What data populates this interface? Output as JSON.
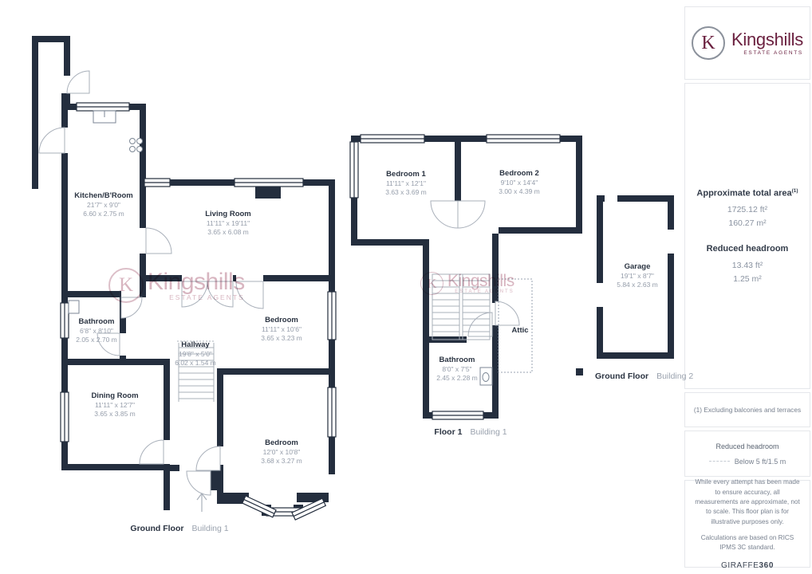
{
  "branding": {
    "letter": "K",
    "name": "Kingshills",
    "tagline": "ESTATE AGENTS"
  },
  "watermark": {
    "letter": "K",
    "name": "Kingshills",
    "tagline": "ESTATE AGENTS"
  },
  "sidebar": {
    "total_area": {
      "title": "Approximate total area",
      "sup": "(1)",
      "ft": "1725.12 ft²",
      "m": "160.27 m²"
    },
    "reduced_headroom": {
      "title": "Reduced headroom",
      "ft": "13.43 ft²",
      "m": "1.25 m²"
    },
    "note": "(1) Excluding balconies and terraces",
    "legend": {
      "title": "Reduced headroom",
      "label": "Below 5 ft/1.5 m"
    },
    "disclaimer": "While every attempt has been made to ensure accuracy, all measurements are approximate, not to scale. This floor plan is for illustrative purposes only.",
    "calculations": "Calculations are based on RICS IPMS 3C standard.",
    "footer_brand": {
      "name": "GIRAFFE",
      "suffix": "360"
    }
  },
  "plans": {
    "ground_floor_b1": {
      "label": "Ground Floor",
      "building": "Building 1",
      "rooms": [
        {
          "name": "Kitchen/B'Room",
          "imperial": "21'7\" x 9'0\"",
          "metric": "6.60 x 2.75 m"
        },
        {
          "name": "Living Room",
          "imperial": "11'11\" x 19'11\"",
          "metric": "3.65 x 6.08 m"
        },
        {
          "name": "Bathroom",
          "imperial": "6'8\" x 8'10\"",
          "metric": "2.05 x 2.70 m"
        },
        {
          "name": "Hallway",
          "imperial": "19'8\" x 5'0\"",
          "metric": "6.02 x 1.54 m"
        },
        {
          "name": "Bedroom",
          "imperial": "11'11\" x 10'6\"",
          "metric": "3.65 x 3.23 m"
        },
        {
          "name": "Dining Room",
          "imperial": "11'11\" x 12'7\"",
          "metric": "3.65 x 3.85 m"
        },
        {
          "name": "Bedroom",
          "imperial": "12'0\" x 10'8\"",
          "metric": "3.68 x 3.27 m"
        }
      ]
    },
    "floor1_b1": {
      "label": "Floor 1",
      "building": "Building 1",
      "rooms": [
        {
          "name": "Bedroom 1",
          "imperial": "11'11\" x 12'1\"",
          "metric": "3.63 x 3.69 m"
        },
        {
          "name": "Bedroom 2",
          "imperial": "9'10\" x 14'4\"",
          "metric": "3.00 x 4.39 m"
        },
        {
          "name": "Bathroom",
          "imperial": "8'0\" x 7'5\"",
          "metric": "2.45 x 2.28 m"
        },
        {
          "name": "Attic",
          "imperial": "",
          "metric": ""
        }
      ]
    },
    "ground_floor_b2": {
      "label": "Ground Floor",
      "building": "Building 2",
      "rooms": [
        {
          "name": "Garage",
          "imperial": "19'1\" x 8'7\"",
          "metric": "5.84 x 2.63 m"
        }
      ]
    }
  }
}
